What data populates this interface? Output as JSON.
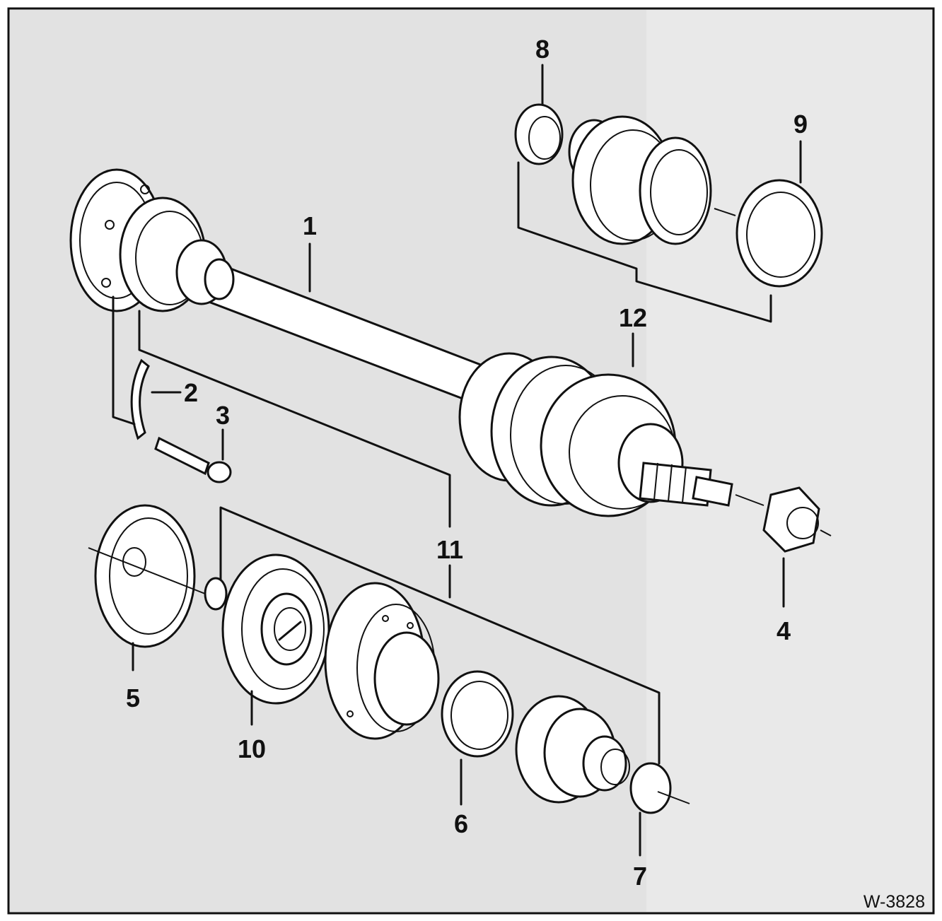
{
  "figure": {
    "id_label": "W-3828",
    "colors": {
      "background": "#e9e9e9",
      "line": "#111111",
      "part_fill": "#ffffff"
    }
  },
  "callouts": {
    "c1": "1",
    "c2": "2",
    "c3": "3",
    "c4": "4",
    "c5": "5",
    "c6": "6",
    "c7": "7",
    "c8": "8",
    "c9": "9",
    "c10": "10",
    "c11": "11",
    "c12": "12"
  }
}
